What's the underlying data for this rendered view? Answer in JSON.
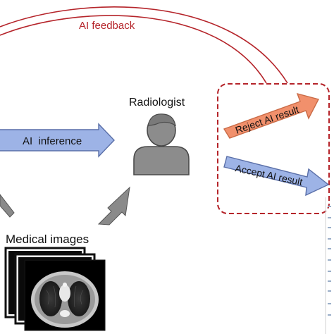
{
  "feedback": {
    "label": "AI feedback"
  },
  "inference": {
    "label": "AI  inference"
  },
  "radiologist": {
    "label": "Radiologist"
  },
  "decision": {
    "reject_label": "Reject AI result",
    "accept_label": "Accept AI result"
  },
  "images": {
    "label": "Medical images"
  },
  "colors": {
    "feedback_line": "#b5242a",
    "inference_arrow_fill": "#9db3e6",
    "arrow_stroke": "#5a6fa8",
    "reject_arrow_fill": "#f1906c",
    "reject_arrow_stroke": "#c96b47",
    "accept_arrow_fill": "#9db3e6",
    "decision_box_stroke": "#b5242a",
    "person_fill": "#8c8c8c",
    "person_stroke": "#4a4a4a",
    "gray_arrow_fill": "#8a8a8a"
  }
}
